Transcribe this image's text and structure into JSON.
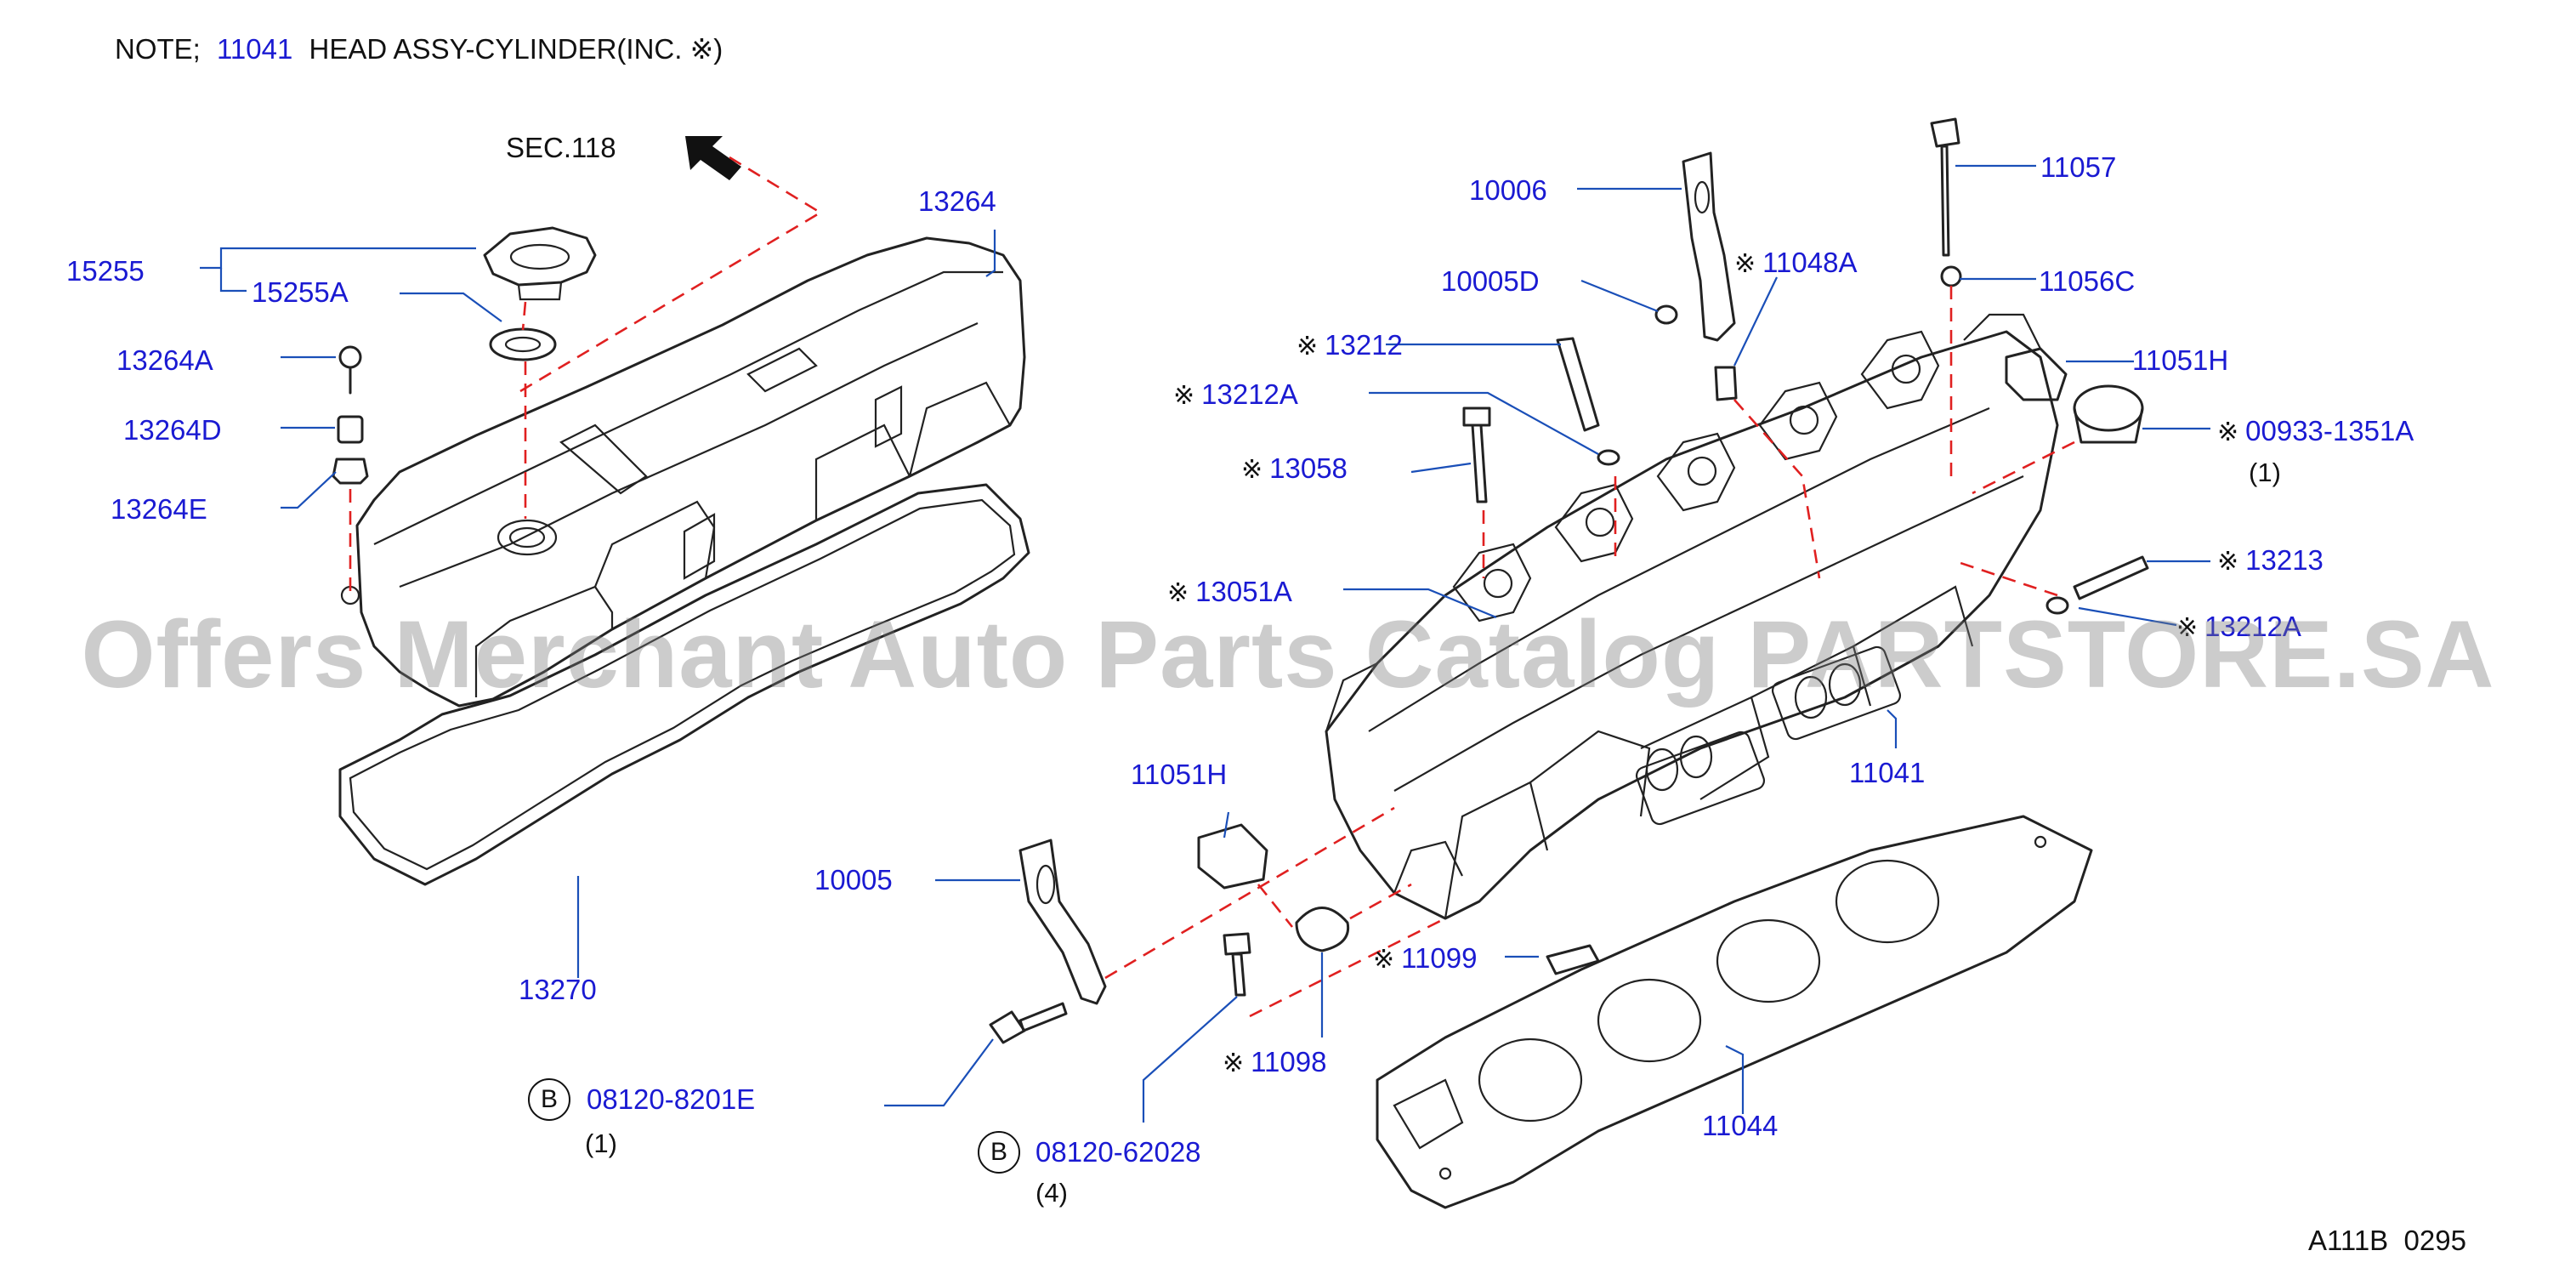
{
  "note": {
    "prefix": "NOTE;",
    "part": "11041",
    "text": "HEAD ASSY-CYLINDER(INC. ※)"
  },
  "sec_ref": "SEC.118",
  "symbol": "※",
  "bolt_mark": "B",
  "labels": {
    "p13264": "13264",
    "p15255": "15255",
    "p15255A": "15255A",
    "p13264A": "13264A",
    "p13264D": "13264D",
    "p13264E": "13264E",
    "p13270": "13270",
    "p08120_8201E": "08120-8201E",
    "q08120_8201E": "(1)",
    "p10006": "10006",
    "p10005D": "10005D",
    "p11048A": "11048A",
    "p13212": "13212",
    "p13212A": "13212A",
    "p13058": "13058",
    "p13051A": "13051A",
    "p11057": "11057",
    "p11056C": "11056C",
    "p11051H_top": "11051H",
    "p00933": "00933-1351A",
    "q00933": "(1)",
    "p13213": "13213",
    "p13212A_right": "13212A",
    "p11041": "11041",
    "p11051H_low": "11051H",
    "p10005": "10005",
    "p11099": "11099",
    "p11098": "11098",
    "p08120_62028": "08120-62028",
    "q08120_62028": "(4)",
    "p11044": "11044"
  },
  "watermark": "Offers Merchant Auto Parts Catalog PARTSTORE.SA",
  "footer": {
    "code": "A111B",
    "num": "0295"
  },
  "colors": {
    "part_label": "#1a1ad2",
    "leader": "#1a4fb8",
    "dash": "#e02020",
    "ink": "#111111"
  }
}
